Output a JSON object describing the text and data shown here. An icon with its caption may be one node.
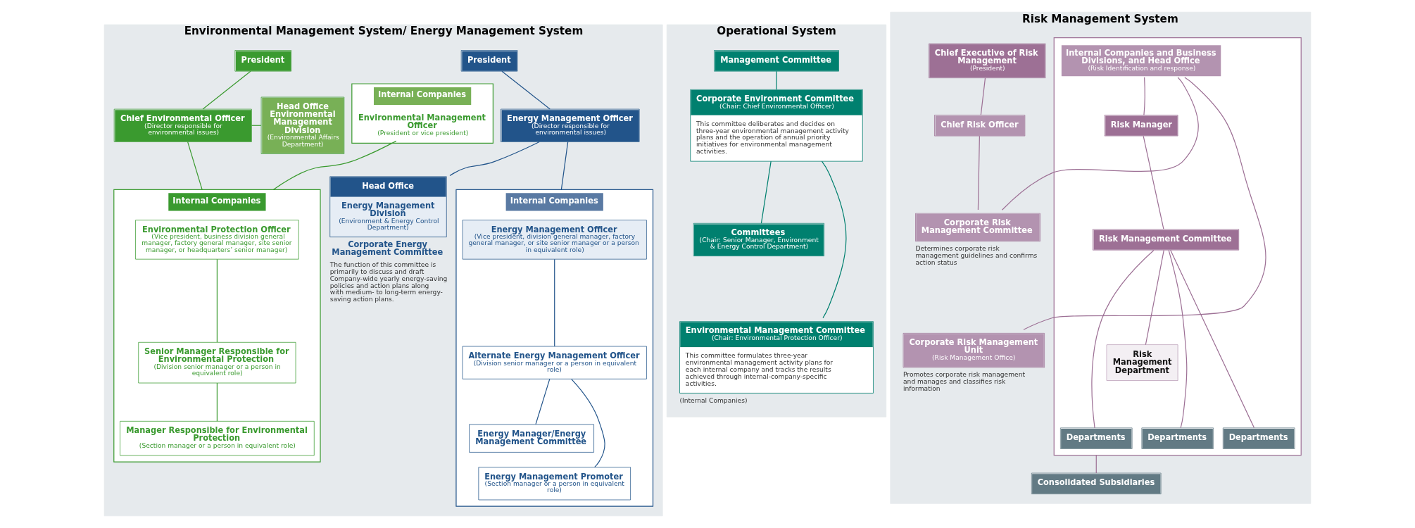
{
  "diagram": {
    "nodes": [
      {
        "text": [
          "Environmental Management System/ Energy Management System"
        ]
      },
      {
        "text": [
          "President"
        ],
        "in": 0
      },
      {
        "text": [
          "Chief Environmental Officer",
          "(Director responsible for environmental issues)"
        ],
        "in": 0
      },
      {
        "text": [
          "Head Office Environmental Management Division",
          "(Environmental Affairs Department)"
        ],
        "in": 0
      },
      {
        "text": [
          "Internal Companies",
          "Environmental Management Officer",
          "(President or vice president)"
        ],
        "in": 0
      },
      {
        "text": [
          "Internal Companies"
        ],
        "in": 0
      },
      {
        "text": [
          "Environmental Protection Officer",
          "(Vice president, business division general manager, factory general manager, site senior manager, or headquarters’ senior manager)"
        ],
        "in": 5
      },
      {
        "text": [
          "Senior Manager Responsible for Environmental Protection",
          "(Division senior manager or a person in equivalent role)"
        ],
        "in": 5
      },
      {
        "text": [
          "Manager Responsible for Environmental Protection",
          "(Section manager or a person in equivalent role)"
        ],
        "in": 5
      },
      {
        "text": [
          "President"
        ],
        "in": 0
      },
      {
        "text": [
          "Energy Management Officer",
          "(Director responsible for environmental issues)"
        ],
        "in": 0
      },
      {
        "text": [
          "Internal Companies"
        ],
        "in": 0
      },
      {
        "text": [
          "Energy Management Officer",
          "(Vice president, division general manager, factory general manager, or site senior manager or a person in equivalent role)"
        ],
        "in": 11
      },
      {
        "text": [
          "Alternate Energy Management Officer",
          "(Division senior manager or a person in equivalent role)"
        ],
        "in": 11
      },
      {
        "text": [
          "Energy Manager/Energy Management Committee"
        ],
        "in": 11
      },
      {
        "text": [
          "Energy Management Promoter",
          "(Section manager or a person in equivalent role)"
        ],
        "in": 11
      },
      {
        "text": [
          "Head Office",
          "Energy Management Division",
          "(Environment & Energy Control Department)"
        ],
        "in": 0,
        "beside": [
          "Corporate Energy Management Committee",
          "The function of this committee is primarily to discuss and draft Company-wide yearly energy-saving policies and action plans along with medium- to long-term energy-saving action plans."
        ]
      },
      {
        "text": [
          "Operational System"
        ]
      },
      {
        "text": [
          "Management Committee"
        ],
        "in": 17
      },
      {
        "text": [
          "Corporate Environment Committee",
          "(Chair: Chief Environmental Officer)",
          "This committee deliberates and decides on three-year environmental management activity plans and the operation of annual priority initiatives for environmental management activities."
        ],
        "in": 17
      },
      {
        "text": [
          "Committees",
          "(Chair: Senior Manager, Environment & Energy Control Department)"
        ],
        "in": 17
      },
      {
        "text": [
          "Environmental Management Committee",
          "(Chair: Environmental Protection Officer)",
          "This committee formulates three-year environmental management activity plans for each internal company and tracks the results achieved through internal-company-specific activities."
        ],
        "in": 17,
        "beside": [
          "(Internal Companies)"
        ]
      },
      {
        "text": [
          "Risk Management System"
        ]
      },
      {
        "text": [
          "Chief Executive of Risk Management",
          "(President)"
        ],
        "in": 22
      },
      {
        "text": [
          "Chief Risk Officer"
        ],
        "in": 22
      },
      {
        "text": [
          "Corporate Risk Management Committee"
        ],
        "in": 22,
        "beside": [
          "Determines corporate risk management guidelines and confirms action status"
        ]
      },
      {
        "text": [
          "Corporate Risk Management Unit",
          "(Risk Management Office)"
        ],
        "in": 22,
        "beside": [
          "Promotes corporate risk management and manages and classifies risk information"
        ]
      },
      {
        "text": [
          "Internal Companies and Business Divisions, and Head Office",
          "(Risk Identification and response)"
        ],
        "in": 22
      },
      {
        "text": [
          "Risk Manager"
        ],
        "in": 27
      },
      {
        "text": [
          "Risk Management Committee"
        ],
        "in": 27
      },
      {
        "text": [
          "Risk Management Department"
        ],
        "in": 27
      },
      {
        "text": [
          "Departments"
        ],
        "in": 27
      },
      {
        "text": [
          "Departments"
        ],
        "in": 27
      },
      {
        "text": [
          "Departments"
        ],
        "in": 27
      },
      {
        "text": [
          "Consolidated Subsidiaries"
        ],
        "in": 22
      }
    ],
    "edges": [
      {
        "from": 1,
        "to": 2,
        "arrow": "none",
        "color": "#3a9a2f"
      },
      {
        "from": 2,
        "to": 3,
        "arrow": "none",
        "color": "#3a9a2f"
      },
      {
        "from": 2,
        "to": 5,
        "arrow": "none",
        "color": "#3a9a2f"
      },
      {
        "from": 4,
        "to": 5,
        "arrow": "none",
        "color": "#3a9a2f"
      },
      {
        "from": 6,
        "to": 7,
        "arrow": "none",
        "color": "#3a9a2f"
      },
      {
        "from": 7,
        "to": 8,
        "arrow": "none",
        "color": "#3a9a2f"
      },
      {
        "from": 9,
        "to": 10,
        "arrow": "none",
        "color": "#22548a"
      },
      {
        "from": 10,
        "to": 11,
        "arrow": "none",
        "color": "#22548a"
      },
      {
        "from": 10,
        "to": 16,
        "arrow": "none",
        "color": "#22548a"
      },
      {
        "from": 12,
        "to": 13,
        "arrow": "none",
        "color": "#22548a"
      },
      {
        "from": 13,
        "to": 14,
        "arrow": "none",
        "color": "#22548a"
      },
      {
        "from": 13,
        "to": 15,
        "arrow": "none",
        "color": "#22548a"
      },
      {
        "from": 18,
        "to": 19,
        "arrow": "none",
        "color": "#00806f"
      },
      {
        "from": 19,
        "to": 20,
        "arrow": "none",
        "color": "#00806f"
      },
      {
        "from": 19,
        "to": 21,
        "arrow": "none",
        "color": "#00806f"
      },
      {
        "from": 23,
        "to": 24,
        "arrow": "none"
      },
      {
        "from": 24,
        "to": 25,
        "arrow": "none"
      },
      {
        "from": 25,
        "to": 27,
        "arrow": "none"
      },
      {
        "from": 26,
        "to": 27,
        "arrow": "none"
      },
      {
        "from": 27,
        "to": 28,
        "arrow": "none"
      },
      {
        "from": 28,
        "to": 29,
        "arrow": "none"
      },
      {
        "from": 29,
        "to": 30,
        "arrow": "none"
      },
      {
        "from": 29,
        "to": 31,
        "arrow": "none"
      },
      {
        "from": 29,
        "to": 32,
        "arrow": "none"
      },
      {
        "from": 29,
        "to": 33,
        "arrow": "none"
      },
      {
        "from": 27,
        "to": 34,
        "arrow": "none"
      }
    ]
  }
}
